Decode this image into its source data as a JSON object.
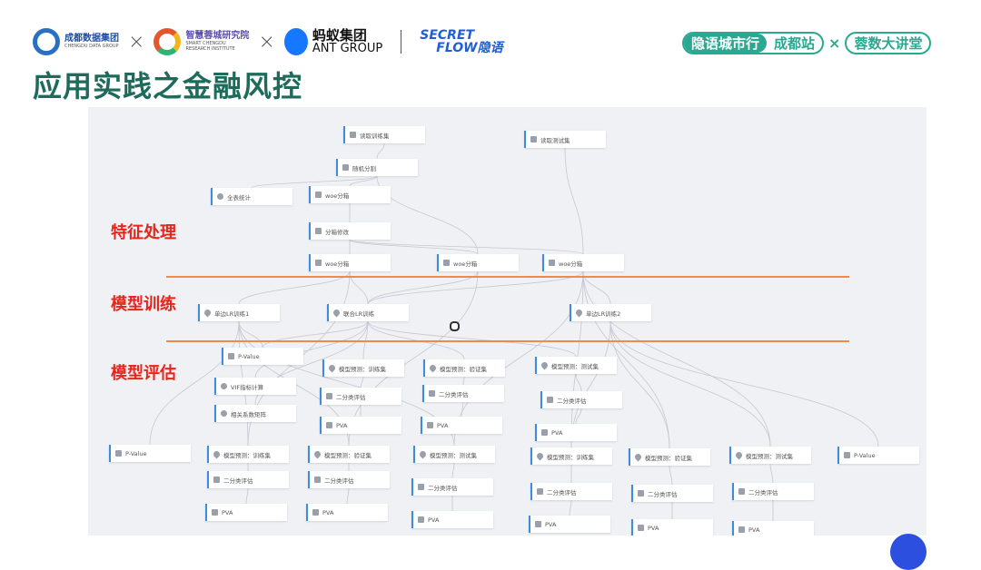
{
  "header": {
    "logos": [
      {
        "name": "成都数据集团",
        "sub": "CHENGDU DATA GROUP"
      },
      {
        "name": "智慧蓉城研究院",
        "sub": "SMART CHENGDU RESEARCH INSTITUTE"
      },
      {
        "name": "蚂蚁集团",
        "sub": "ANT GROUP"
      },
      {
        "name": "SECRET",
        "sub": "FLOW隐语"
      }
    ],
    "separator": "×",
    "badge": {
      "left": "隐语城市行",
      "right": "成都站",
      "x": "×",
      "event": "蓉数大讲堂"
    }
  },
  "title": "应用实践之金融风控",
  "sections": [
    "特征处理",
    "模型训练",
    "模型评估"
  ],
  "colors": {
    "accent": "#1e6b5c",
    "teal": "#2aa891",
    "section": "#e8241b",
    "divider": "#ef8a4a",
    "node_border": "#3b8de0"
  },
  "nodes": [
    {
      "label": "读取训练集",
      "icon": "db"
    },
    {
      "label": "读取测试集",
      "icon": "db"
    },
    {
      "label": "随机分割",
      "icon": "db"
    },
    {
      "label": "全表统计",
      "icon": "stat"
    },
    {
      "label": "woe分箱",
      "icon": "bin"
    },
    {
      "label": "分箱修改",
      "icon": "bin"
    },
    {
      "label": "woe分箱",
      "icon": "bin"
    },
    {
      "label": "woe分箱",
      "icon": "bin"
    },
    {
      "label": "woe分箱",
      "icon": "bin"
    },
    {
      "label": "单边LR训练1",
      "icon": "model"
    },
    {
      "label": "联合LR训练",
      "icon": "model"
    },
    {
      "label": "单边LR训练2",
      "icon": "model"
    },
    {
      "label": "P-Value",
      "icon": "chart"
    },
    {
      "label": "模型预测：训练集",
      "icon": "model"
    },
    {
      "label": "模型预测：验证集",
      "icon": "model"
    },
    {
      "label": "模型预测：测试集",
      "icon": "model"
    },
    {
      "label": "VIF指标计算",
      "icon": "stat"
    },
    {
      "label": "二分类评估",
      "icon": "chart"
    },
    {
      "label": "二分类评估",
      "icon": "chart"
    },
    {
      "label": "二分类评估",
      "icon": "chart"
    },
    {
      "label": "相关系数矩阵",
      "icon": "stat"
    },
    {
      "label": "PVA",
      "icon": "chart"
    },
    {
      "label": "PVA",
      "icon": "chart"
    },
    {
      "label": "PVA",
      "icon": "chart"
    },
    {
      "label": "P-Value",
      "icon": "chart"
    },
    {
      "label": "模型预测：训练集",
      "icon": "model"
    },
    {
      "label": "模型预测：验证集",
      "icon": "model"
    },
    {
      "label": "模型预测：测试集",
      "icon": "model"
    },
    {
      "label": "二分类评估",
      "icon": "chart"
    },
    {
      "label": "二分类评估",
      "icon": "chart"
    },
    {
      "label": "二分类评估",
      "icon": "chart"
    },
    {
      "label": "PVA",
      "icon": "chart"
    },
    {
      "label": "PVA",
      "icon": "chart"
    },
    {
      "label": "PVA",
      "icon": "chart"
    },
    {
      "label": "模型预测：训练集",
      "icon": "model"
    },
    {
      "label": "模型预测：验证集",
      "icon": "model"
    },
    {
      "label": "模型预测：测试集",
      "icon": "model"
    },
    {
      "label": "P-Value",
      "icon": "chart"
    },
    {
      "label": "二分类评估",
      "icon": "chart"
    },
    {
      "label": "二分类评估",
      "icon": "chart"
    },
    {
      "label": "二分类评估",
      "icon": "chart"
    },
    {
      "label": "PVA",
      "icon": "chart"
    },
    {
      "label": "PVA",
      "icon": "chart"
    },
    {
      "label": "PVA",
      "icon": "chart"
    }
  ],
  "edges": [
    [
      0,
      2
    ],
    [
      2,
      3
    ],
    [
      2,
      4
    ],
    [
      2,
      7
    ],
    [
      4,
      5
    ],
    [
      5,
      6
    ],
    [
      5,
      7
    ],
    [
      5,
      8
    ],
    [
      1,
      8
    ],
    [
      6,
      9
    ],
    [
      6,
      10
    ],
    [
      7,
      10
    ],
    [
      8,
      10
    ],
    [
      8,
      11
    ],
    [
      9,
      12
    ],
    [
      10,
      12
    ],
    [
      10,
      13
    ],
    [
      10,
      14
    ],
    [
      10,
      15
    ],
    [
      10,
      16
    ],
    [
      10,
      20
    ],
    [
      13,
      17
    ],
    [
      14,
      18
    ],
    [
      15,
      19
    ],
    [
      17,
      21
    ],
    [
      18,
      22
    ],
    [
      19,
      23
    ],
    [
      9,
      24
    ],
    [
      9,
      25
    ],
    [
      9,
      26
    ],
    [
      9,
      27
    ],
    [
      6,
      25
    ],
    [
      7,
      26
    ],
    [
      8,
      27
    ],
    [
      25,
      28
    ],
    [
      26,
      29
    ],
    [
      27,
      30
    ],
    [
      28,
      31
    ],
    [
      29,
      32
    ],
    [
      30,
      33
    ],
    [
      11,
      34
    ],
    [
      11,
      35
    ],
    [
      11,
      36
    ],
    [
      11,
      37
    ],
    [
      8,
      34
    ],
    [
      8,
      35
    ],
    [
      8,
      36
    ],
    [
      34,
      38
    ],
    [
      35,
      39
    ],
    [
      36,
      40
    ],
    [
      38,
      41
    ],
    [
      39,
      42
    ],
    [
      40,
      43
    ]
  ]
}
